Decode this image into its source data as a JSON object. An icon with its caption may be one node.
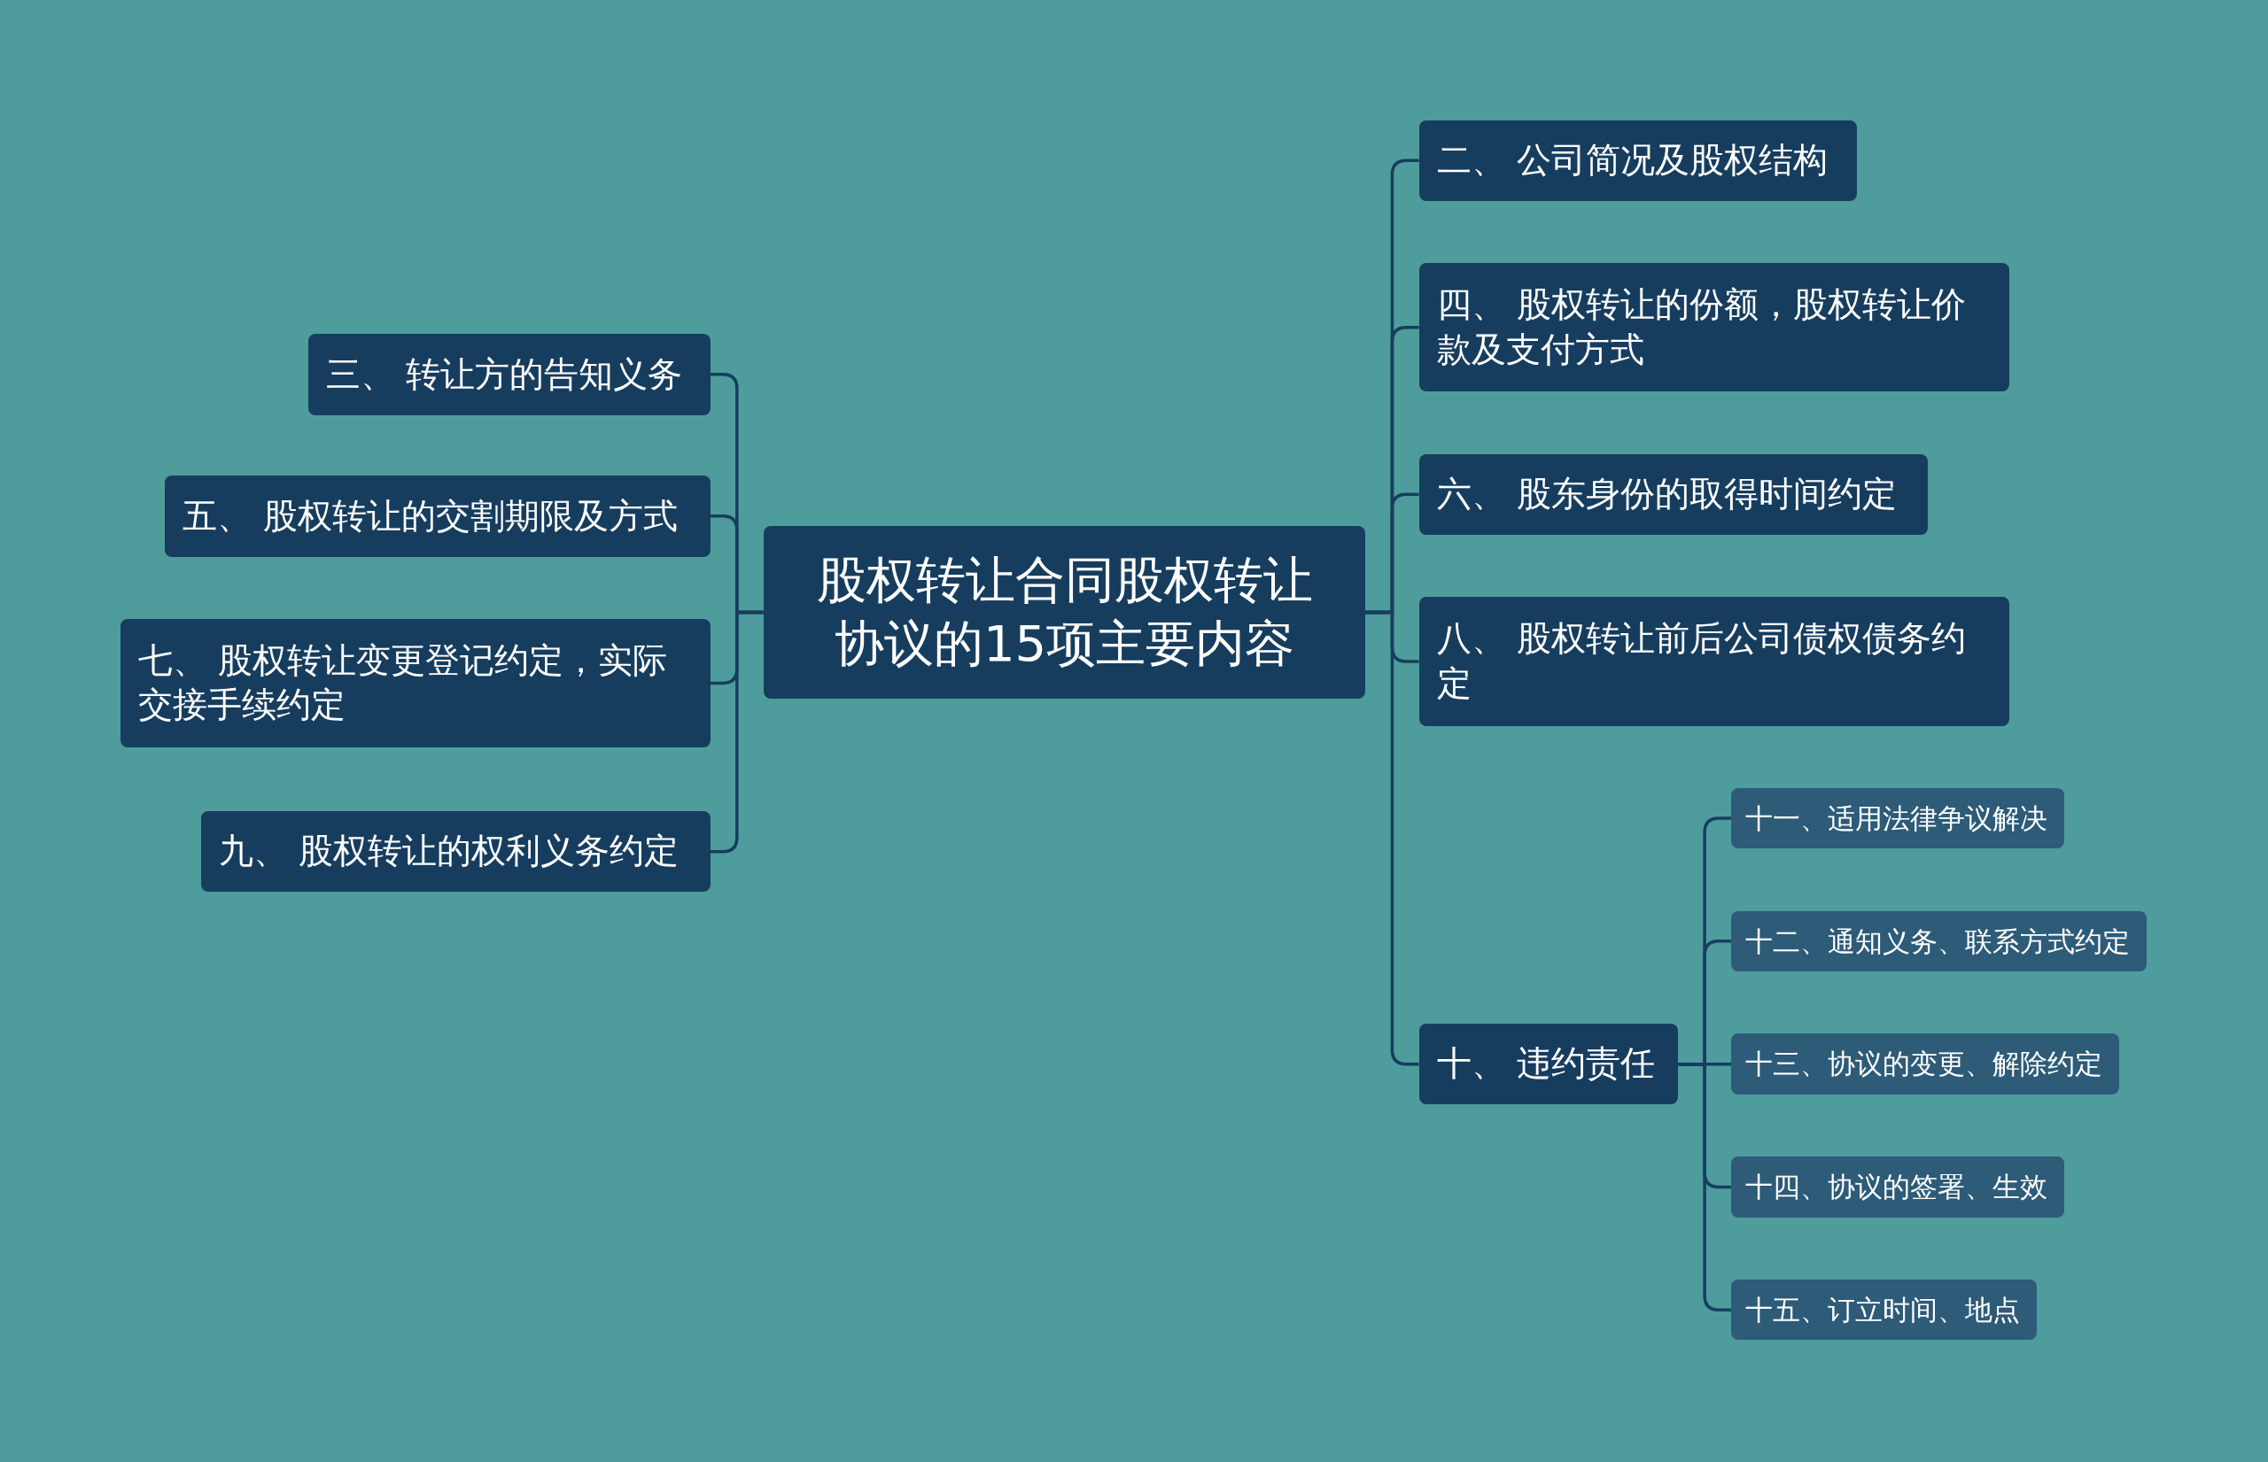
{
  "diagram": {
    "nodes": [
      {
        "text": [
          "股权转让合同股权转让协议的15项主要内容"
        ]
      },
      {
        "text": [
          "二、 公司简况及股权结构"
        ]
      },
      {
        "text": [
          "三、 转让方的告知义务"
        ]
      },
      {
        "text": [
          "四、 股权转让的份额，股权转让价款及支付方式"
        ]
      },
      {
        "text": [
          "五、 股权转让的交割期限及方式"
        ]
      },
      {
        "text": [
          "六、 股东身份的取得时间约定"
        ]
      },
      {
        "text": [
          "七、 股权转让变更登记约定，实际交接手续约定"
        ]
      },
      {
        "text": [
          "八、 股权转让前后公司债权债务约定"
        ]
      },
      {
        "text": [
          "九、 股权转让的权利义务约定"
        ]
      },
      {
        "text": [
          "十、 违约责任"
        ]
      },
      {
        "text": [
          "十一、适用法律争议解决"
        ]
      },
      {
        "text": [
          "十二、通知义务、联系方式约定"
        ]
      },
      {
        "text": [
          "十三、协议的变更、解除约定"
        ]
      },
      {
        "text": [
          "十四、协议的签署、生效"
        ]
      },
      {
        "text": [
          "十五、订立时间、地点"
        ]
      }
    ],
    "edges": [
      {
        "from": 0,
        "to": 1,
        "arrow": "none"
      },
      {
        "from": 0,
        "to": 2,
        "arrow": "none"
      },
      {
        "from": 0,
        "to": 3,
        "arrow": "none"
      },
      {
        "from": 0,
        "to": 4,
        "arrow": "none"
      },
      {
        "from": 0,
        "to": 5,
        "arrow": "none"
      },
      {
        "from": 0,
        "to": 6,
        "arrow": "none"
      },
      {
        "from": 0,
        "to": 7,
        "arrow": "none"
      },
      {
        "from": 0,
        "to": 8,
        "arrow": "none"
      },
      {
        "from": 0,
        "to": 9,
        "arrow": "none"
      },
      {
        "from": 9,
        "to": 10,
        "arrow": "none"
      },
      {
        "from": 9,
        "to": 11,
        "arrow": "none"
      },
      {
        "from": 9,
        "to": 12,
        "arrow": "none"
      },
      {
        "from": 9,
        "to": 13,
        "arrow": "none"
      },
      {
        "from": 9,
        "to": 14,
        "arrow": "none"
      }
    ]
  }
}
